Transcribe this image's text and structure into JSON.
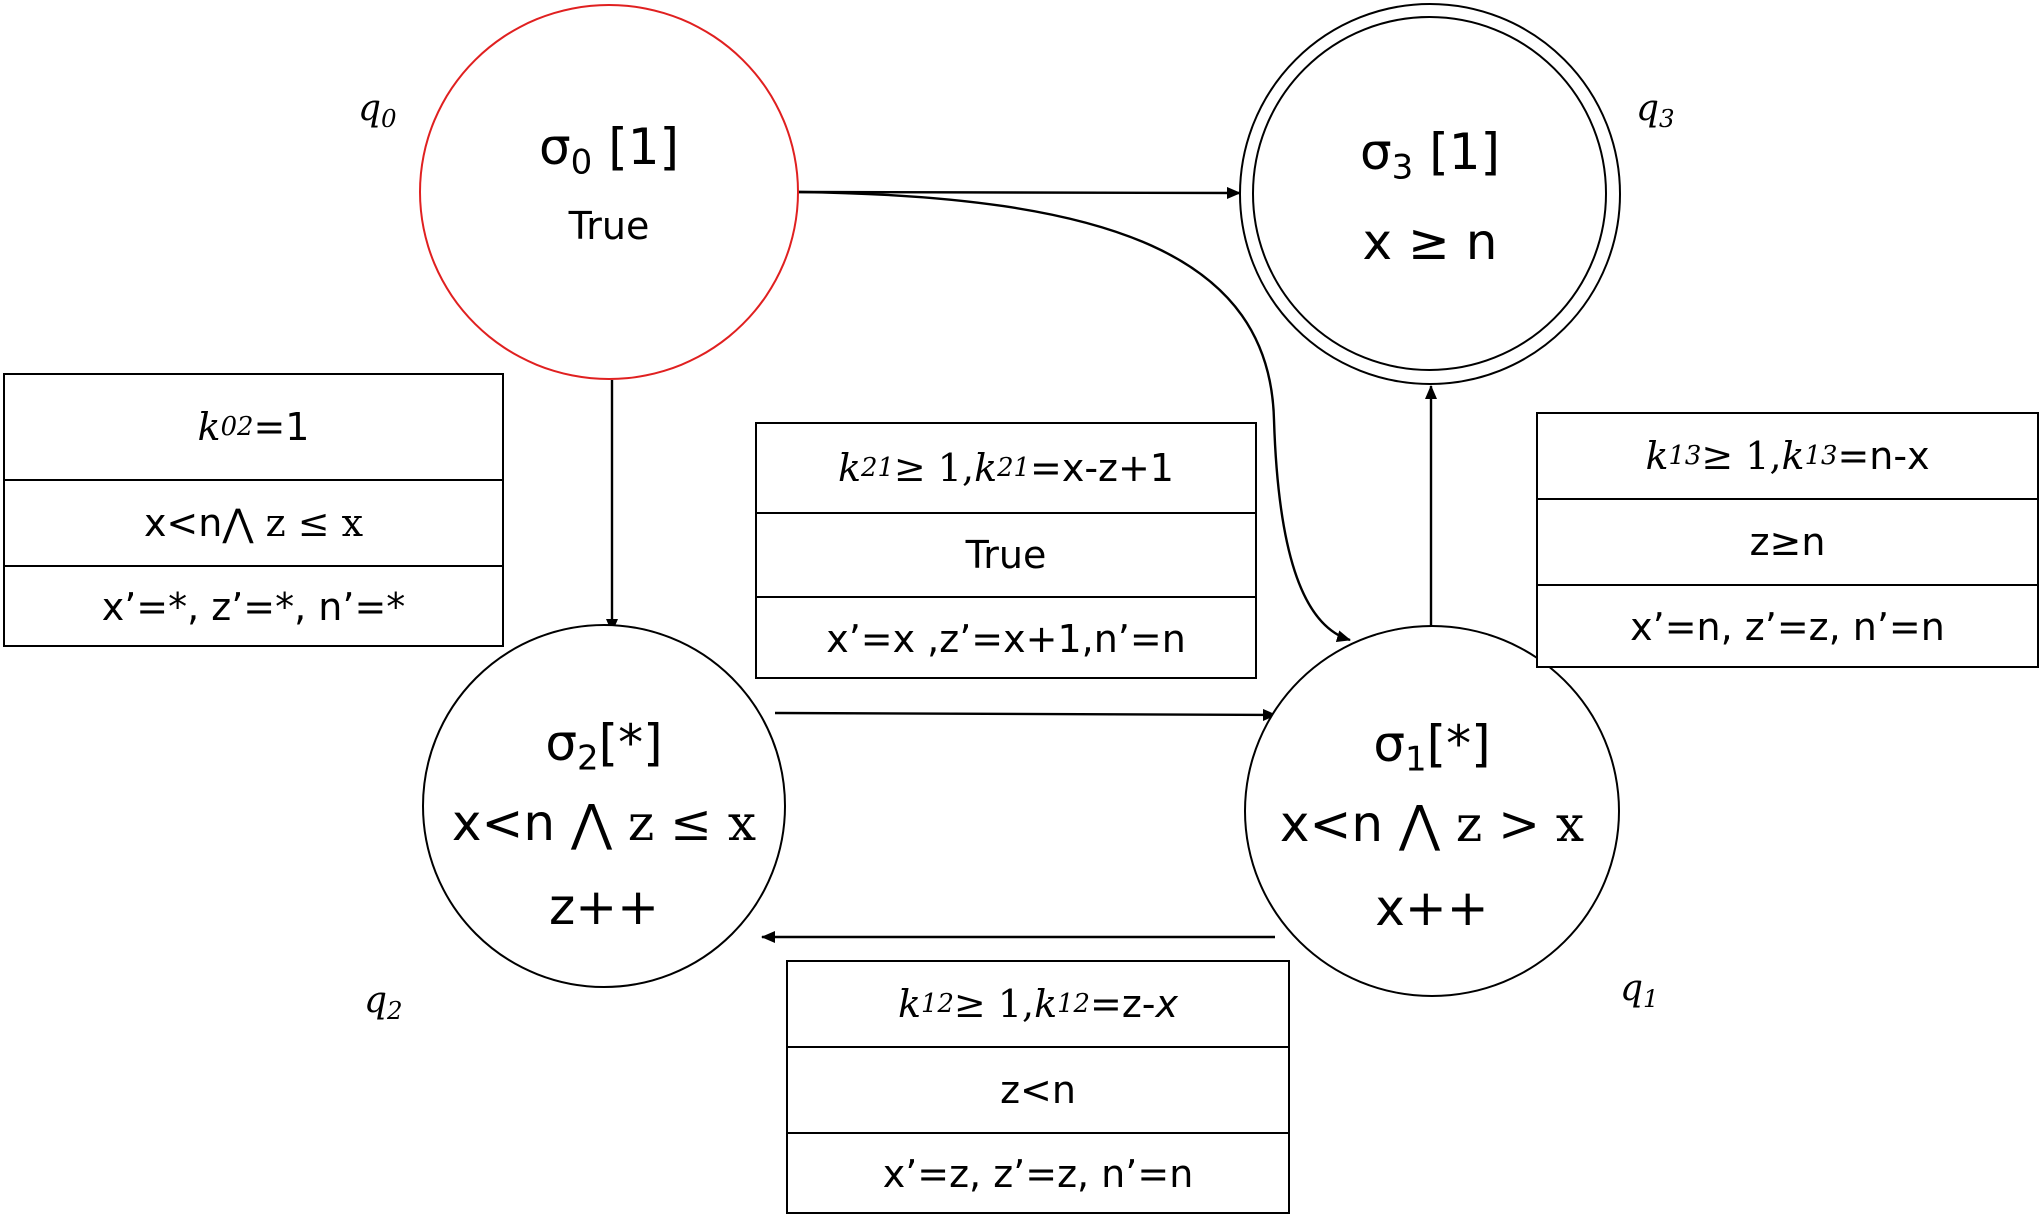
{
  "states": {
    "q0": {
      "label": "q",
      "label_index": "0",
      "sigma": "σ",
      "sigma_index": "0",
      "multiplicity": " [1]",
      "invariant": "True"
    },
    "q3": {
      "label": "q",
      "label_index": "3",
      "sigma": "σ",
      "sigma_index": "3",
      "multiplicity": " [1]",
      "invariant": "x ≥ n"
    },
    "q2": {
      "label": "q",
      "label_index": "2",
      "sigma": "σ",
      "sigma_index": "2",
      "multiplicity": "[*]",
      "invariant_a": "x<n ",
      "invariant_b": "⋀ z ≤ x",
      "update": "z++"
    },
    "q1": {
      "label": "q",
      "label_index": "1",
      "sigma": "σ",
      "sigma_index": "1",
      "multiplicity": "[*]",
      "invariant_a": "x<n ",
      "invariant_b": "⋀ z > x",
      "update": "x++"
    }
  },
  "transitions": {
    "t02": {
      "k": "k",
      "k_index": "02",
      "rank": "=1",
      "guard_a": "x<n ",
      "guard_b": "⋀ z ≤ x",
      "reset": "x’=*, z’=*, n’=*"
    },
    "t21": {
      "k1": "k",
      "k1_index": "21",
      "rank_a": " ≥ 1, ",
      "k2": "k",
      "k2_index": "21",
      "rank_b": "=x-z+1",
      "guard": "True",
      "reset": "x’=x ,z’=x+1,n’=n"
    },
    "t13": {
      "k1": "k",
      "k1_index": "13",
      "rank_a": " ≥ 1,",
      "k2": "k",
      "k2_index": "13",
      "rank_b": "=n-x",
      "guard": "z≥n",
      "reset": "x’=n, z’=z, n’=n"
    },
    "t12": {
      "k1": "k",
      "k1_index": "12",
      "rank_a": " ≥ 1, ",
      "k2": "k",
      "k2_index": "12",
      "rank_b": "=z-",
      "rank_var": "x",
      "guard": "z<n",
      "reset": "x’=z, z’=z, n’=n"
    }
  },
  "colors": {
    "initial_state_border": "#e02020",
    "stroke": "#000000",
    "background": "#ffffff"
  }
}
